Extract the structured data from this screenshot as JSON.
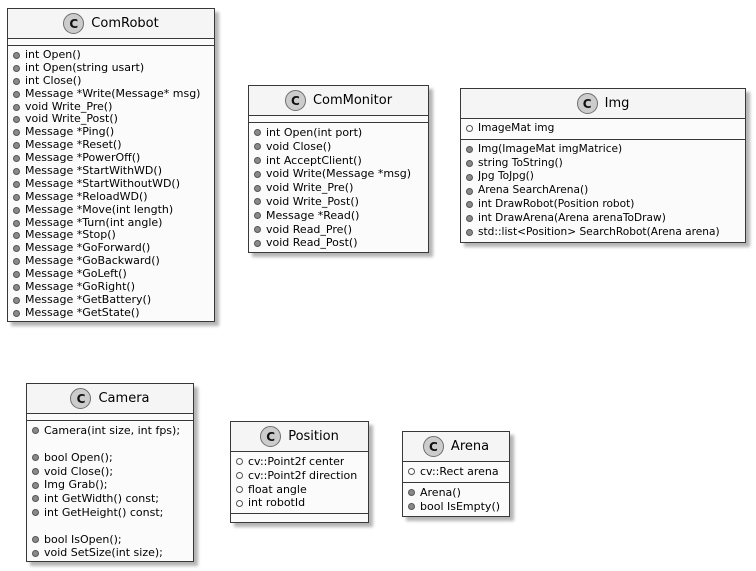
{
  "theme": {
    "background": "#FFFFFF",
    "box_fill": "#FBFBFB",
    "header_fill": "#F5F5F5",
    "border": "#383838",
    "icon_fill": "#CCCCCC",
    "icon_border": "#6E6E6E",
    "method_bullet": "#8A8A8A",
    "bullet_border": "#555555",
    "shadow": "#B5B5B5",
    "text": "#000000"
  },
  "icons": {
    "class_icon": "circled-letter-C",
    "method_visibility_icon": "filled-gray-circle",
    "field_visibility_icon": "hollow-circle"
  },
  "classes": [
    {
      "name": "ComRobot",
      "stereotype": "C",
      "attributes": [],
      "methods": [
        "int Open()",
        "int Open(string usart)",
        "int Close()",
        "Message *Write(Message* msg)",
        "void Write_Pre()",
        "void Write_Post()",
        "Message *Ping()",
        "Message *Reset()",
        "Message *PowerOff()",
        "Message *StartWithWD()",
        "Message *StartWithoutWD()",
        "Message *ReloadWD()",
        "Message *Move(int length)",
        "Message *Turn(int angle)",
        "Message *Stop()",
        "Message *GoForward()",
        "Message *GoBackward()",
        "Message *GoLeft()",
        "Message *GoRight()",
        "Message *GetBattery()",
        "Message *GetState()"
      ]
    },
    {
      "name": "ComMonitor",
      "stereotype": "C",
      "attributes": [],
      "methods": [
        "int Open(int port)",
        "void Close()",
        "int AcceptClient()",
        "void Write(Message *msg)",
        "void Write_Pre()",
        "void Write_Post()",
        "Message *Read()",
        "void Read_Pre()",
        "void Read_Post()"
      ]
    },
    {
      "name": "Img",
      "stereotype": "C",
      "attributes": [
        "ImageMat img"
      ],
      "methods": [
        "Img(ImageMat imgMatrice)",
        "string ToString()",
        "Jpg ToJpg()",
        "Arena SearchArena()",
        "int DrawRobot(Position robot)",
        "int DrawArena(Arena arenaToDraw)",
        "std::list<Position> SearchRobot(Arena arena)"
      ]
    },
    {
      "name": "Camera",
      "stereotype": "C",
      "attributes": [],
      "methods": [
        "Camera(int size, int fps);",
        "",
        "bool Open();",
        "void Close();",
        "Img Grab();",
        "int GetWidth() const;",
        "int GetHeight() const;",
        "",
        "bool IsOpen();",
        "void SetSize(int size);"
      ]
    },
    {
      "name": "Position",
      "stereotype": "C",
      "attributes": [
        "cv::Point2f center",
        "cv::Point2f direction",
        "float angle",
        "int robotId"
      ],
      "methods": []
    },
    {
      "name": "Arena",
      "stereotype": "C",
      "attributes": [
        "cv::Rect arena"
      ],
      "methods": [
        "Arena()",
        "bool IsEmpty()"
      ]
    }
  ]
}
